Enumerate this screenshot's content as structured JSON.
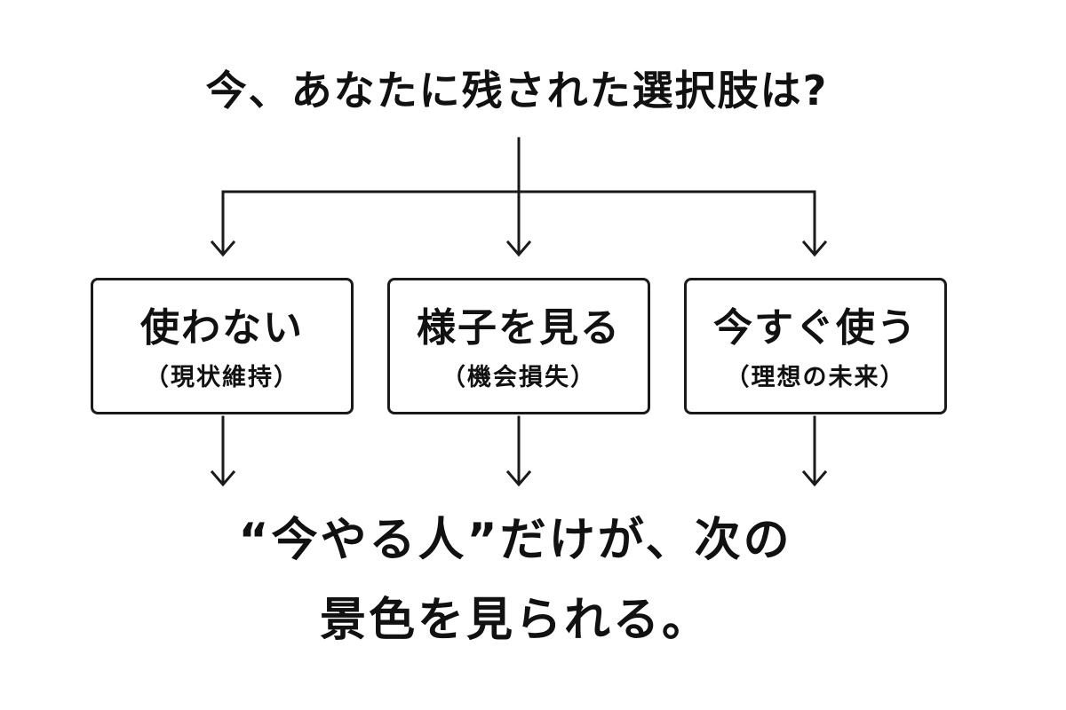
{
  "question": "今、あなたに残された選択肢は?",
  "options": [
    {
      "label": "使わない",
      "sub": "（現状維持）"
    },
    {
      "label": "様子を見る",
      "sub": "（機会損失）"
    },
    {
      "label": "今すぐ使う",
      "sub": "（理想の未来）"
    }
  ],
  "conclusion": {
    "line1": "“今やる人”だけが、次の",
    "line2": "景色を見られる。"
  },
  "colors": {
    "line": "#1a1a1a",
    "text": "#111111",
    "background": "#ffffff"
  }
}
